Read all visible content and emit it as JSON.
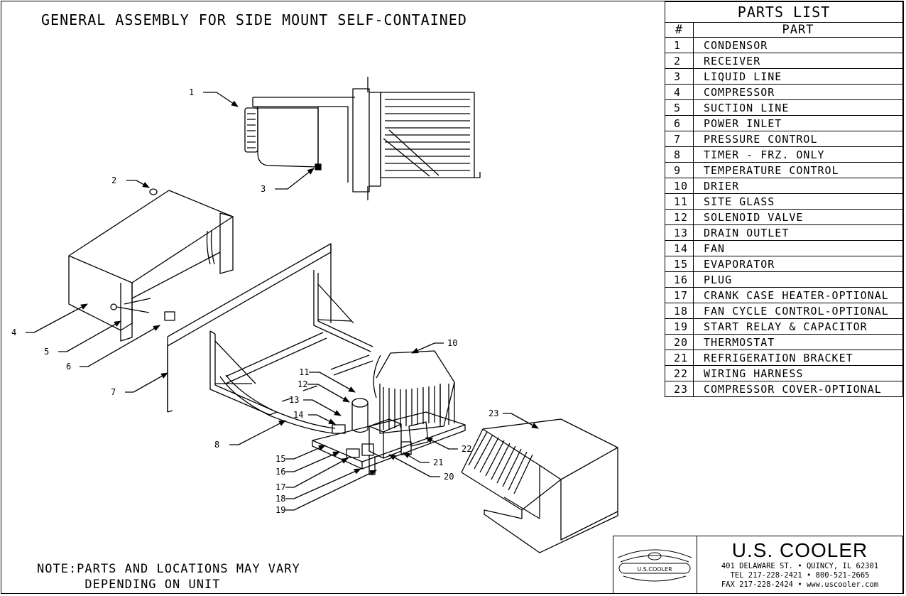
{
  "title": "GENERAL ASSEMBLY FOR SIDE MOUNT SELF-CONTAINED",
  "parts_list": {
    "title": "PARTS LIST",
    "col_num": "#",
    "col_part": "PART",
    "items": [
      {
        "num": "1",
        "name": "CONDENSOR"
      },
      {
        "num": "2",
        "name": "RECEIVER"
      },
      {
        "num": "3",
        "name": "LIQUID LINE"
      },
      {
        "num": "4",
        "name": "COMPRESSOR"
      },
      {
        "num": "5",
        "name": "SUCTION LINE"
      },
      {
        "num": "6",
        "name": "POWER INLET"
      },
      {
        "num": "7",
        "name": "PRESSURE CONTROL"
      },
      {
        "num": "8",
        "name": "TIMER - FRZ. ONLY"
      },
      {
        "num": "9",
        "name": "TEMPERATURE CONTROL"
      },
      {
        "num": "10",
        "name": "DRIER"
      },
      {
        "num": "11",
        "name": "SITE GLASS"
      },
      {
        "num": "12",
        "name": "SOLENOID VALVE"
      },
      {
        "num": "13",
        "name": "DRAIN OUTLET"
      },
      {
        "num": "14",
        "name": "FAN"
      },
      {
        "num": "15",
        "name": "EVAPORATOR"
      },
      {
        "num": "16",
        "name": "PLUG"
      },
      {
        "num": "17",
        "name": "CRANK CASE HEATER-OPTIONAL"
      },
      {
        "num": "18",
        "name": "FAN CYCLE CONTROL-OPTIONAL"
      },
      {
        "num": "19",
        "name": "START RELAY & CAPACITOR"
      },
      {
        "num": "20",
        "name": "THERMOSTAT"
      },
      {
        "num": "21",
        "name": "REFRIGERATION BRACKET"
      },
      {
        "num": "22",
        "name": "WIRING HARNESS"
      },
      {
        "num": "23",
        "name": "COMPRESSOR COVER-OPTIONAL"
      }
    ]
  },
  "callouts": [
    "1",
    "2",
    "3",
    "4",
    "5",
    "6",
    "7",
    "8",
    "10",
    "11",
    "12",
    "13",
    "14",
    "15",
    "16",
    "17",
    "18",
    "19",
    "20",
    "21",
    "22",
    "23"
  ],
  "note": {
    "line1": "NOTE:PARTS AND LOCATIONS MAY VARY",
    "line2": "DEPENDING ON UNIT"
  },
  "title_block": {
    "logo_text": "U.S.COOLER",
    "company": "U.S. COOLER",
    "address": "401 DELAWARE ST. • QUINCY, IL 62301",
    "tel": "TEL 217-228-2421 • 800-521-2665",
    "fax": "FAX 217-228-2424 • www.uscooler.com"
  }
}
